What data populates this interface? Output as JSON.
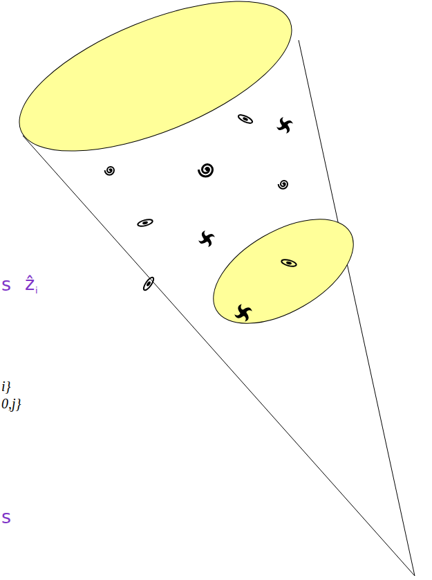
{
  "diagram": {
    "labels": [
      "s",
      "ẑ",
      "i",
      "i}",
      "0,j}",
      "s"
    ]
  }
}
